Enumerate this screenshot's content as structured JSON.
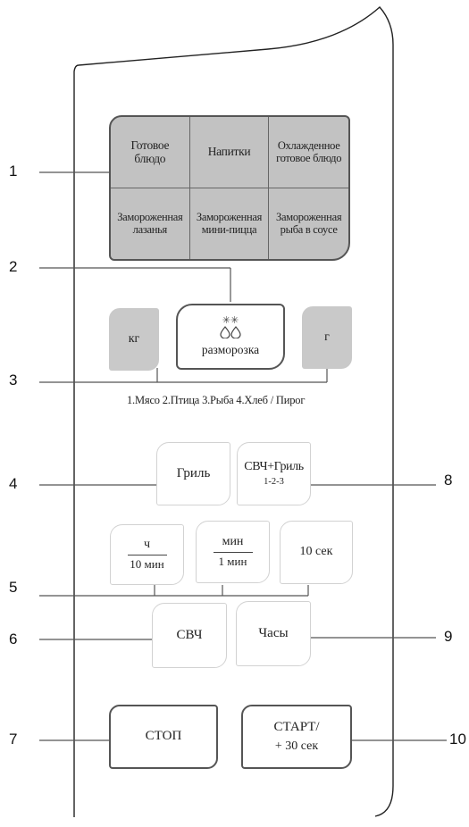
{
  "callouts": [
    "1",
    "2",
    "3",
    "4",
    "5",
    "6",
    "7",
    "8",
    "9",
    "10"
  ],
  "auto_programs": [
    [
      "Готовое",
      "блюдо"
    ],
    [
      "Напитки"
    ],
    [
      "Охлажденное",
      "готовое блюдо"
    ],
    [
      "Замороженная",
      "лазанья"
    ],
    [
      "Замороженная",
      "мини-пицца"
    ],
    [
      "Замороженная",
      "рыба в соусе"
    ]
  ],
  "defrost": {
    "kg": "кг",
    "g": "г",
    "icon_stars": "✳✳",
    "icon_drops": "ὃὃ",
    "label": "разморозка",
    "categories": "1.Мясо 2.Птица 3.Рыба 4.Хлеб / Пирог"
  },
  "grill": "Гриль",
  "mw_grill": {
    "line1": "СВЧ+Гриль",
    "line2": "1-2-3"
  },
  "hour": {
    "top": "ч",
    "bottom": "10 мин"
  },
  "minute": {
    "top": "мин",
    "bottom": "1 мин"
  },
  "ten_sec": "10 сек",
  "microwave": "СВЧ",
  "clock": "Часы",
  "stop": "СТОП",
  "start": {
    "line1": "СТАРТ/",
    "line2": "+ 30 сек"
  }
}
